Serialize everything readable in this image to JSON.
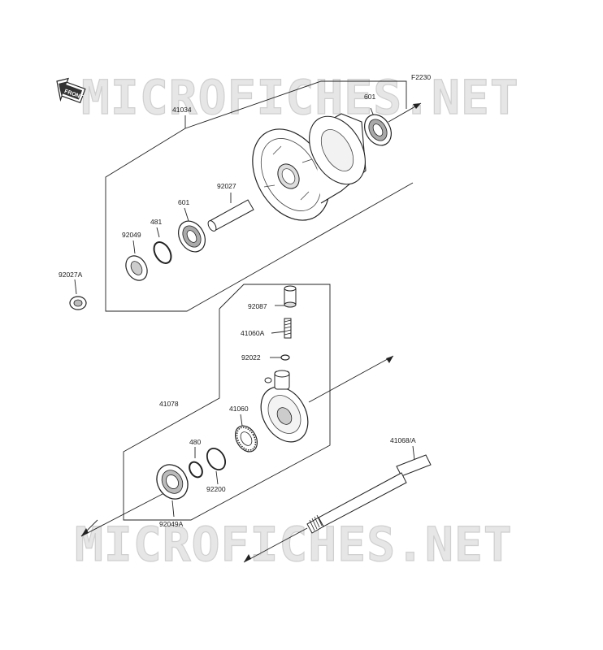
{
  "figure_code": "F2230",
  "watermark": "MICROFICHES.NET",
  "front_label": "FRONT",
  "parts": {
    "p41034": "41034",
    "p601_top": "601",
    "p601_mid": "601",
    "p92027": "92027",
    "p481": "481",
    "p92049": "92049",
    "p92027A": "92027A",
    "p92087": "92087",
    "p41060A": "41060A",
    "p92022": "92022",
    "p41078": "41078",
    "p41060": "41060",
    "p480": "480",
    "p92200": "92200",
    "p92049A": "92049A",
    "p41068A": "41068/A"
  }
}
